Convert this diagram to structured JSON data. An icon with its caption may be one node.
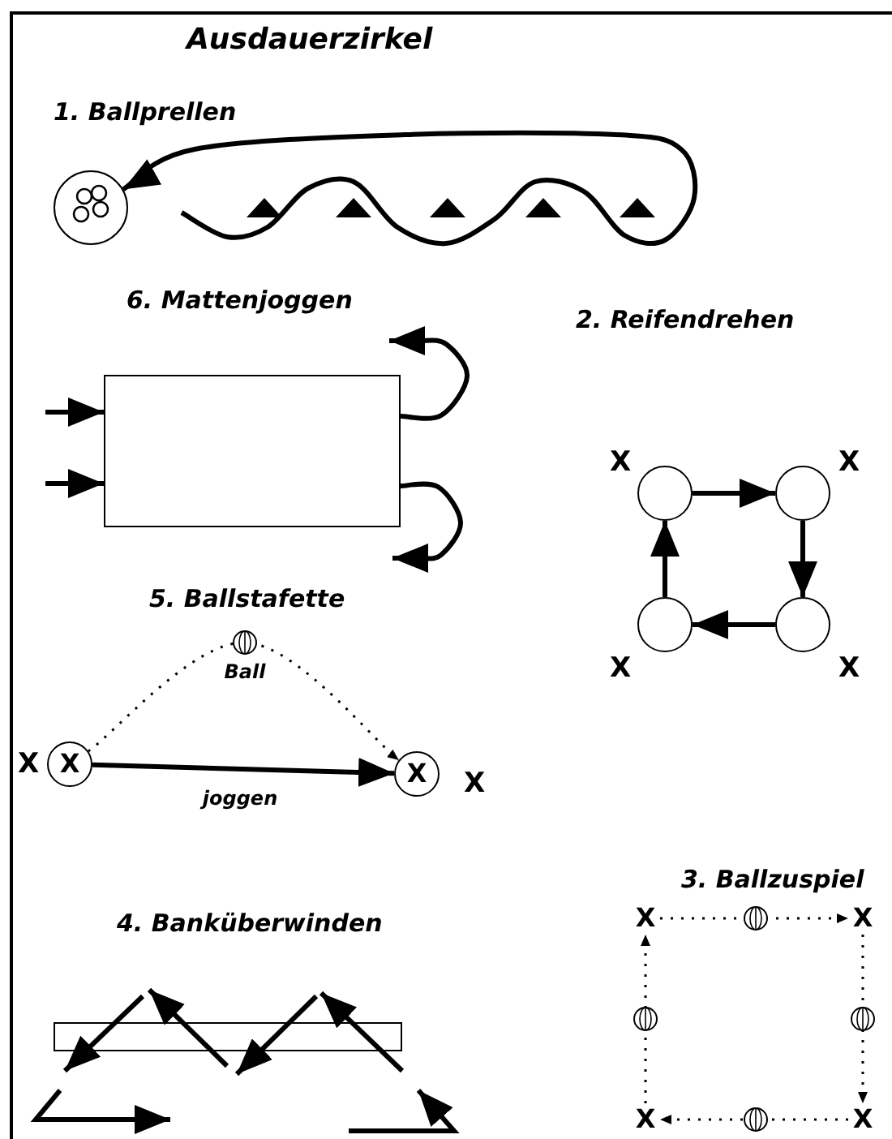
{
  "diagram": {
    "title": "Ausdauerzirkel",
    "nodes": [
      {
        "text": [],
        "shape": "circle"
      },
      {
        "text": [],
        "shape": "box"
      },
      {
        "text": [],
        "shape": "circle"
      },
      {
        "text": [],
        "shape": "circle"
      },
      {
        "text": [],
        "shape": "circle"
      },
      {
        "text": [],
        "shape": "circle"
      },
      {
        "text": [
          "X"
        ],
        "beside": [
          "X"
        ]
      },
      {
        "text": [
          "X"
        ],
        "beside": [
          "X"
        ]
      },
      {
        "text": [],
        "shape": "bar"
      },
      {
        "text": [
          "X"
        ]
      },
      {
        "text": [
          "X"
        ]
      },
      {
        "text": [
          "X"
        ]
      },
      {
        "text": [
          "X"
        ]
      }
    ],
    "edges": [
      {
        "from": null,
        "to": 0,
        "arrow": "to"
      },
      {
        "from": null,
        "to": 1,
        "arrow": "to"
      },
      {
        "from": null,
        "to": 1,
        "arrow": "to"
      },
      {
        "from": 1,
        "to": null,
        "arrow": "to"
      },
      {
        "from": 1,
        "to": null,
        "arrow": "to"
      },
      {
        "from": 2,
        "to": 3,
        "arrow": "to"
      },
      {
        "from": 3,
        "to": 5,
        "arrow": "to"
      },
      {
        "from": 5,
        "to": 4,
        "arrow": "to"
      },
      {
        "from": 4,
        "to": 2,
        "arrow": "to"
      },
      {
        "from": 6,
        "to": 7,
        "arrow": "to",
        "label": "joggen"
      },
      {
        "from": 6,
        "to": 7,
        "arrow": "to",
        "label": "Ball",
        "style": "dashed"
      },
      {
        "from": 9,
        "to": 10,
        "arrow": "to",
        "style": "dashed"
      },
      {
        "from": 10,
        "to": 12,
        "arrow": "to",
        "style": "dashed"
      },
      {
        "from": 12,
        "to": 11,
        "arrow": "to",
        "style": "dashed"
      },
      {
        "from": 11,
        "to": 9,
        "arrow": "to",
        "style": "dashed"
      }
    ],
    "labels": [
      "1. Ballprellen",
      "6. Mattenjoggen",
      "2. Reifendrehen",
      "X",
      "X",
      "5. Ballstafette",
      "X",
      "X",
      "3. Ballzuspiel",
      "4. Banküberwinden"
    ]
  }
}
